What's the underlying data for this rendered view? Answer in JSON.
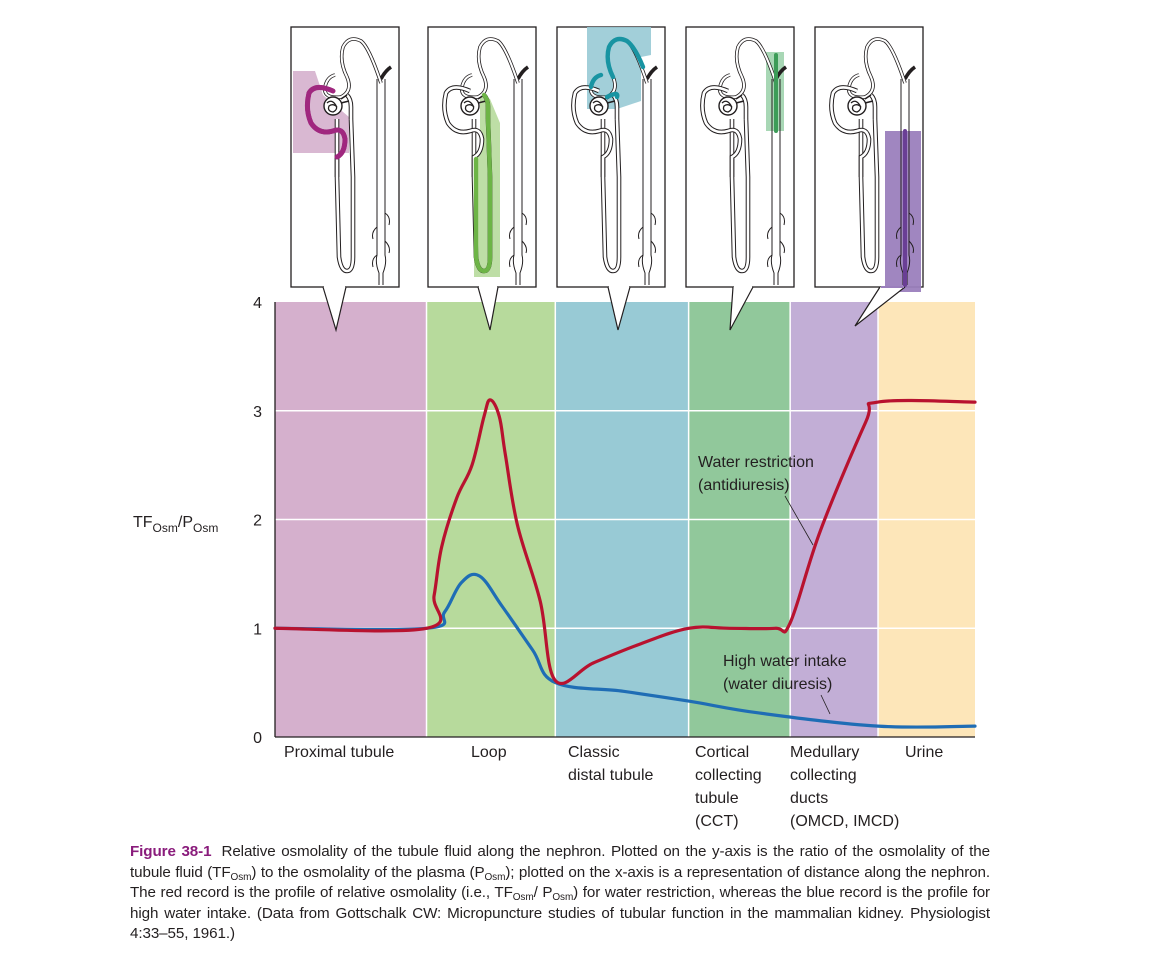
{
  "chart_data": {
    "type": "line",
    "title": "",
    "ylabel": {
      "main": "TF",
      "sub1": "Osm",
      "slash": "/P",
      "sub2": "Osm"
    },
    "xlabel": "",
    "ylim": [
      0,
      4
    ],
    "xlim": [
      0,
      6
    ],
    "y_ticks": [
      "0",
      "1",
      "2",
      "3",
      "4"
    ],
    "grid": true,
    "segments": [
      {
        "name": "proximal-tubule",
        "label_lines": [
          "Proximal tubule"
        ],
        "start": 0.0,
        "end": 1.0,
        "color": "#d5b0cd"
      },
      {
        "name": "loop",
        "label_lines": [
          "Loop"
        ],
        "start": 1.0,
        "end": 1.85,
        "color": "#b7da9c"
      },
      {
        "name": "classic-distal-tubule",
        "label_lines": [
          "Classic",
          "distal tubule"
        ],
        "start": 1.85,
        "end": 2.73,
        "color": "#98cad5"
      },
      {
        "name": "cortical-collecting-tubule",
        "label_lines": [
          "Cortical",
          "collecting",
          "tubule",
          "(CCT)"
        ],
        "start": 2.73,
        "end": 3.4,
        "color": "#91c89b"
      },
      {
        "name": "medullary-collecting-ducts",
        "label_lines": [
          "Medullary",
          "collecting",
          "ducts",
          "(OMCD, IMCD)"
        ],
        "start": 3.4,
        "end": 3.98,
        "color": "#c2aed6"
      },
      {
        "name": "urine",
        "label_lines": [
          "Urine"
        ],
        "start": 3.98,
        "end": 4.62,
        "color": "#fde6b9"
      }
    ],
    "series": [
      {
        "name": "Water restriction (antidiuresis)",
        "label_lines": [
          "Water restriction",
          "(antidiuresis)"
        ],
        "color": "#b8122f",
        "x": [
          0.0,
          1.0,
          1.05,
          1.1,
          1.2,
          1.3,
          1.38,
          1.42,
          1.48,
          1.52,
          1.6,
          1.75,
          1.85,
          2.1,
          2.4,
          2.73,
          3.0,
          3.3,
          3.4,
          3.6,
          3.9,
          3.98,
          4.62
        ],
        "y": [
          1.0,
          1.0,
          1.3,
          1.75,
          2.2,
          2.5,
          2.95,
          3.1,
          2.95,
          2.6,
          1.95,
          1.25,
          0.52,
          0.68,
          0.85,
          1.0,
          1.0,
          1.0,
          1.05,
          1.9,
          2.9,
          3.08,
          3.08
        ]
      },
      {
        "name": "High water intake (water diuresis)",
        "label_lines": [
          "High water intake",
          "(water diuresis)"
        ],
        "color": "#1f6db5",
        "x": [
          0.0,
          1.0,
          1.12,
          1.23,
          1.35,
          1.5,
          1.7,
          1.85,
          2.3,
          2.73,
          3.2,
          3.98,
          4.62
        ],
        "y": [
          1.0,
          1.0,
          1.15,
          1.42,
          1.48,
          1.2,
          0.8,
          0.5,
          0.42,
          0.33,
          0.22,
          0.1,
          0.1
        ]
      }
    ]
  },
  "nephron_panels": [
    {
      "name": "panel-proximal-tubule",
      "highlight": "proximal tubule",
      "color": "#a0277f",
      "shade": "#d5b0cd"
    },
    {
      "name": "panel-loop",
      "highlight": "loop of Henle",
      "color": "#6db446",
      "shade": "#b7da9c"
    },
    {
      "name": "panel-distal-tubule",
      "highlight": "classic distal tubule",
      "color": "#1894a2",
      "shade": "#98cad5"
    },
    {
      "name": "panel-cortical-collecting",
      "highlight": "cortical collecting tubule",
      "color": "#3d9c58",
      "shade": "#9fd3ad"
    },
    {
      "name": "panel-medullary-collecting",
      "highlight": "medullary collecting ducts",
      "color": "#6a3f95",
      "shade": "#9b7fbd"
    }
  ],
  "caption": {
    "figure_label": "Figure 38-1",
    "part1": "Relative osmolality of the tubule fluid along the nephron. Plotted on the y-axis is the ratio of the osmolality of the tubule fluid (TF",
    "sub_a": "Osm",
    "part2": ") to the osmolality of the plasma (P",
    "sub_b": "Osm",
    "part3": "); plotted on the x-axis is a representation of distance along the nephron. The red record is the profile of relative osmolality (i.e., TF",
    "sub_c": "Osm",
    "part4": "/ P",
    "sub_d": "Osm",
    "part5": ") for water restriction, whereas the blue record is the profile for high water intake. (Data from Gottschalk CW: Micropuncture studies of tubular function in the mammalian kidney. Physiologist 4:33–55, 1961.)"
  }
}
